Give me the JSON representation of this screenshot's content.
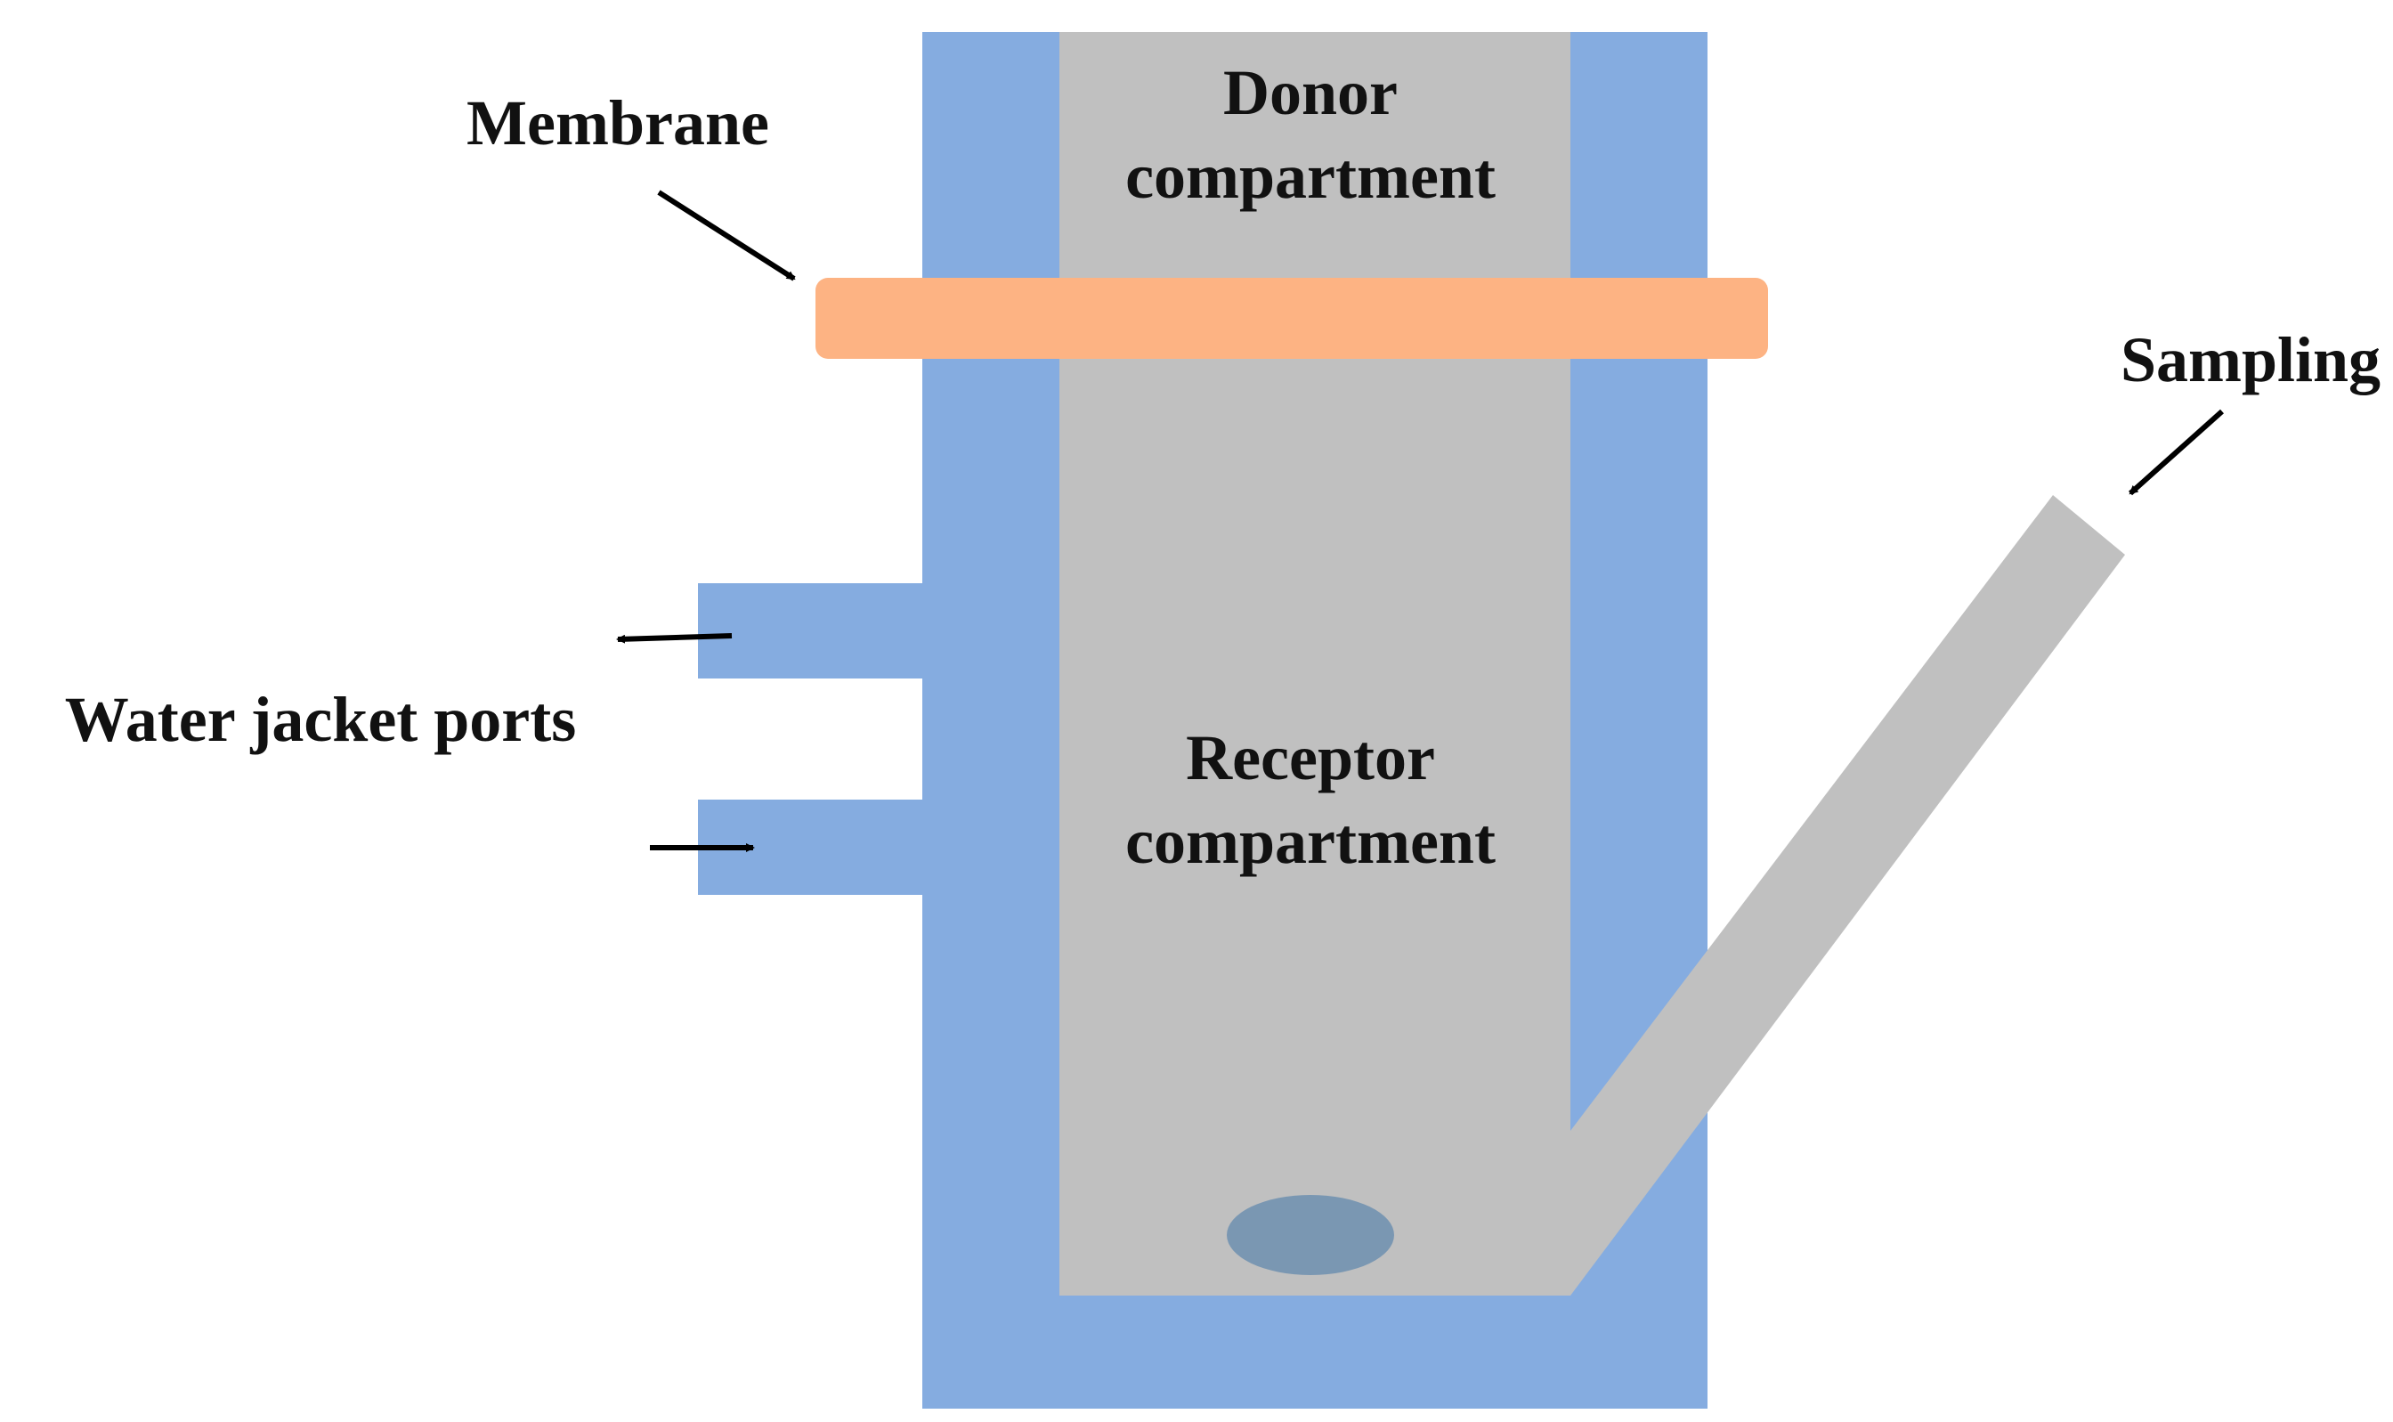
{
  "labels": {
    "membrane": "Membrane",
    "donor_line1": "Donor",
    "donor_line2": "compartment",
    "receptor_line1": "Receptor",
    "receptor_line2": "compartment",
    "sampling": "Sampling",
    "water_jacket": "Water jacket ports"
  },
  "colors": {
    "water_jacket": "#85ACE0",
    "compartment": "#C0C0C0",
    "membrane": "#FDB383",
    "stir_bar": "#7A97B2",
    "text": "#111111",
    "arrow": "#000000"
  }
}
